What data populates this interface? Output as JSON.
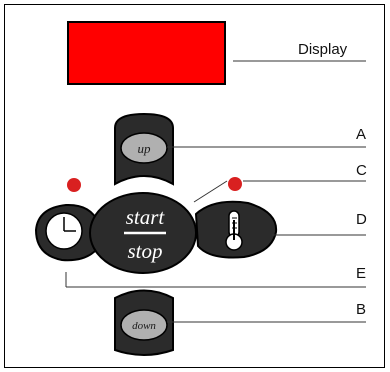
{
  "colors": {
    "display": "#ff0000",
    "indicator": "#d92020",
    "button_dark": "#2b2b2b",
    "button_light": "#b0b0b0",
    "outline": "#000000"
  },
  "display": {
    "label": "Display"
  },
  "buttons": {
    "up": "up",
    "down": "down",
    "start": "start",
    "stop": "stop"
  },
  "callouts": {
    "a": "A",
    "b": "B",
    "c": "C",
    "d": "D",
    "e": "E"
  },
  "icons": {
    "timer": "clock-icon",
    "temperature": "thermometer-icon"
  }
}
